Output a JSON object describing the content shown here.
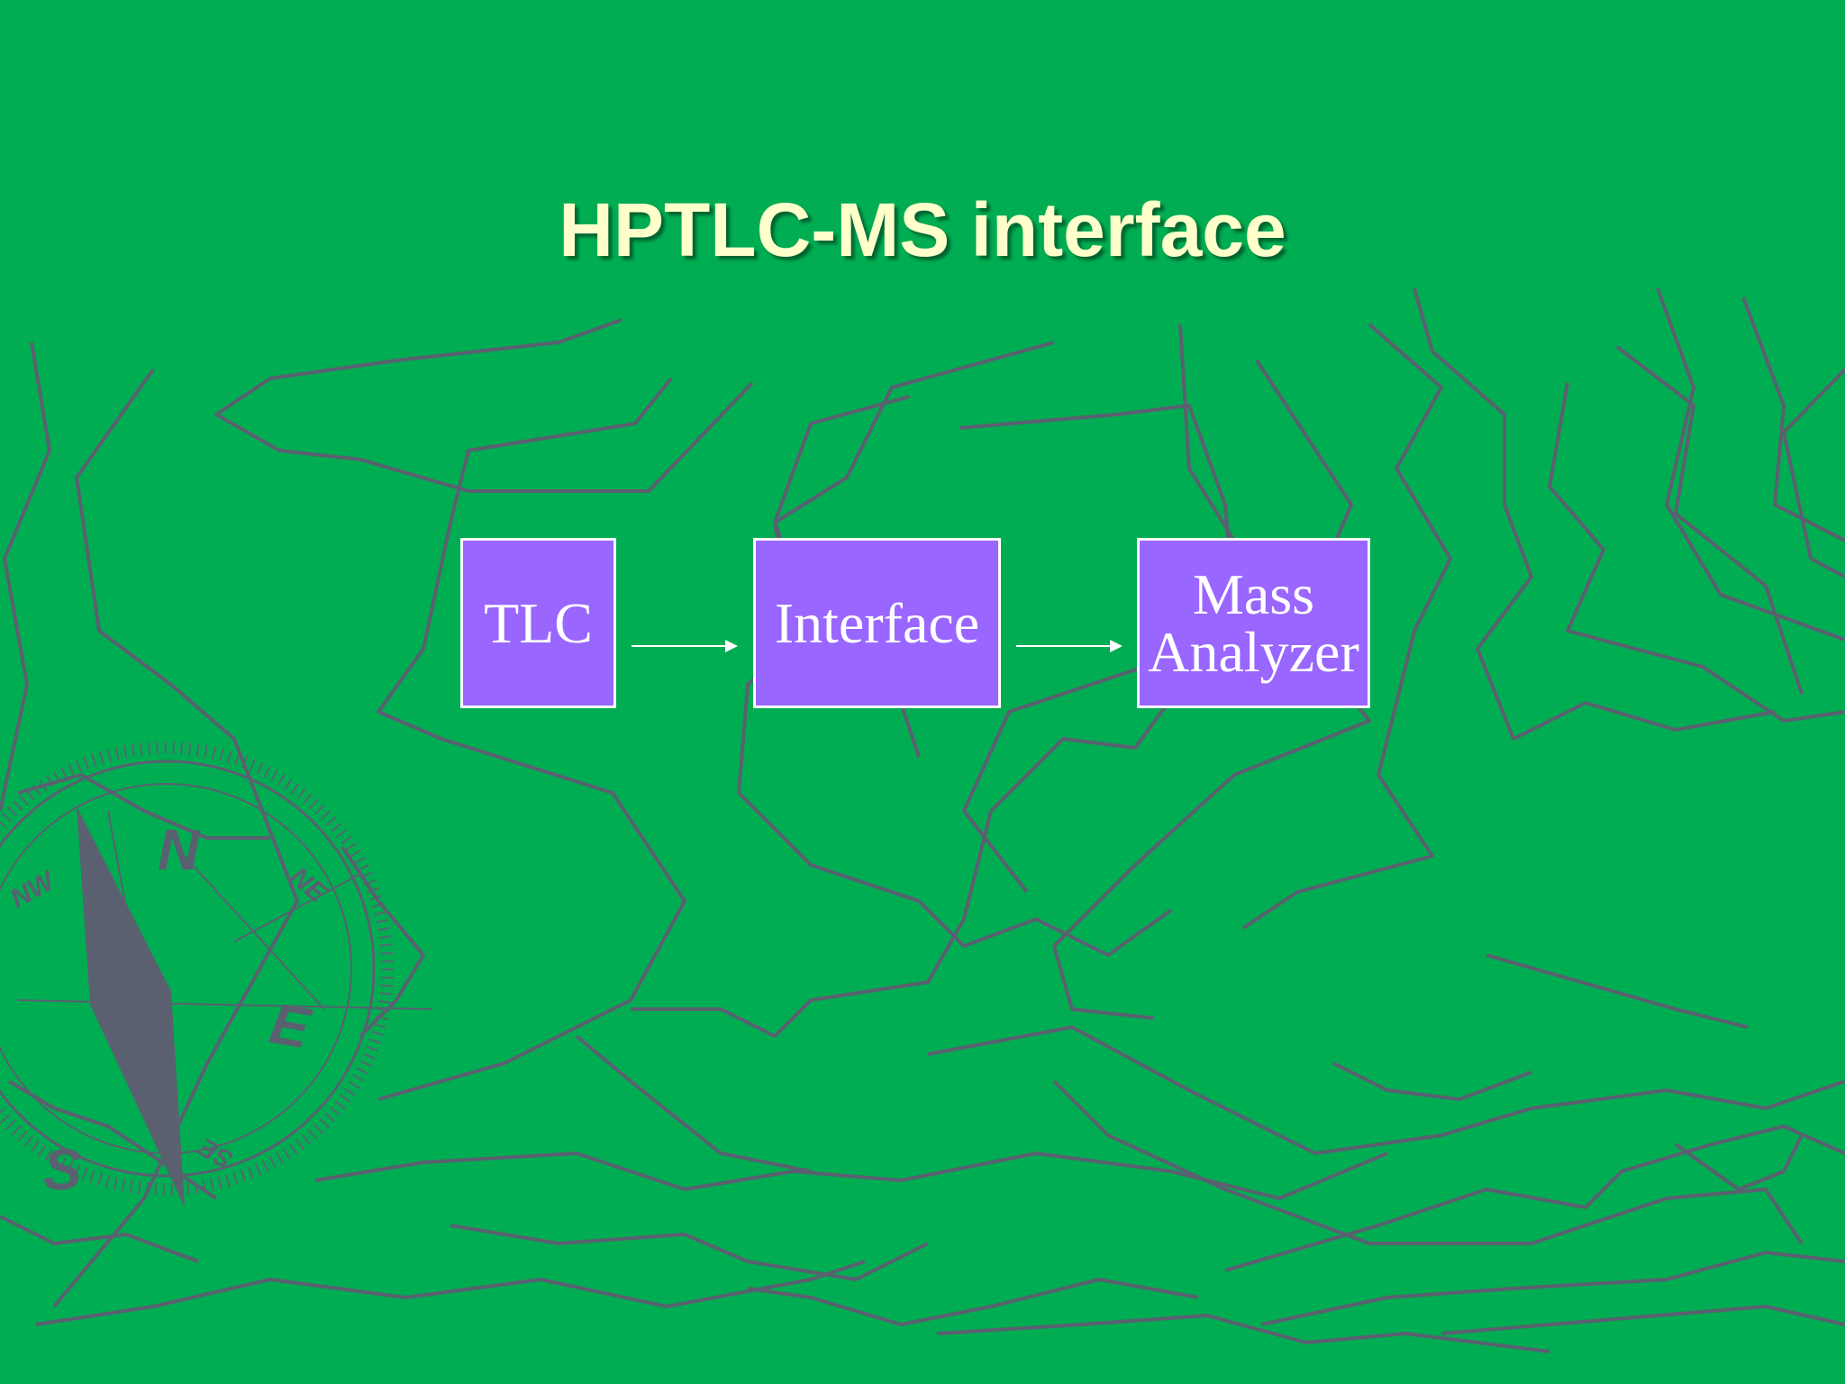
{
  "slide": {
    "title": "HPTLC-MS interface",
    "background_color": "#00ad52",
    "title_color": "#ffffcc",
    "decoration": {
      "contour_line_color": "#5a6070",
      "compass": {
        "labels": {
          "north": "N",
          "south": "S",
          "east": "E",
          "northwest": "NW",
          "northeast": "NE",
          "southeast": "SE"
        }
      }
    }
  },
  "diagram": {
    "block_color": "#9966ff",
    "blocks": [
      {
        "id": "tlc",
        "label": "TLC"
      },
      {
        "id": "interface",
        "label": "Interface"
      },
      {
        "id": "mass",
        "label_lines": [
          "Mass",
          "Analyzer"
        ]
      }
    ],
    "arrows": [
      {
        "from": "tlc",
        "to": "interface"
      },
      {
        "from": "interface",
        "to": "mass"
      }
    ]
  }
}
